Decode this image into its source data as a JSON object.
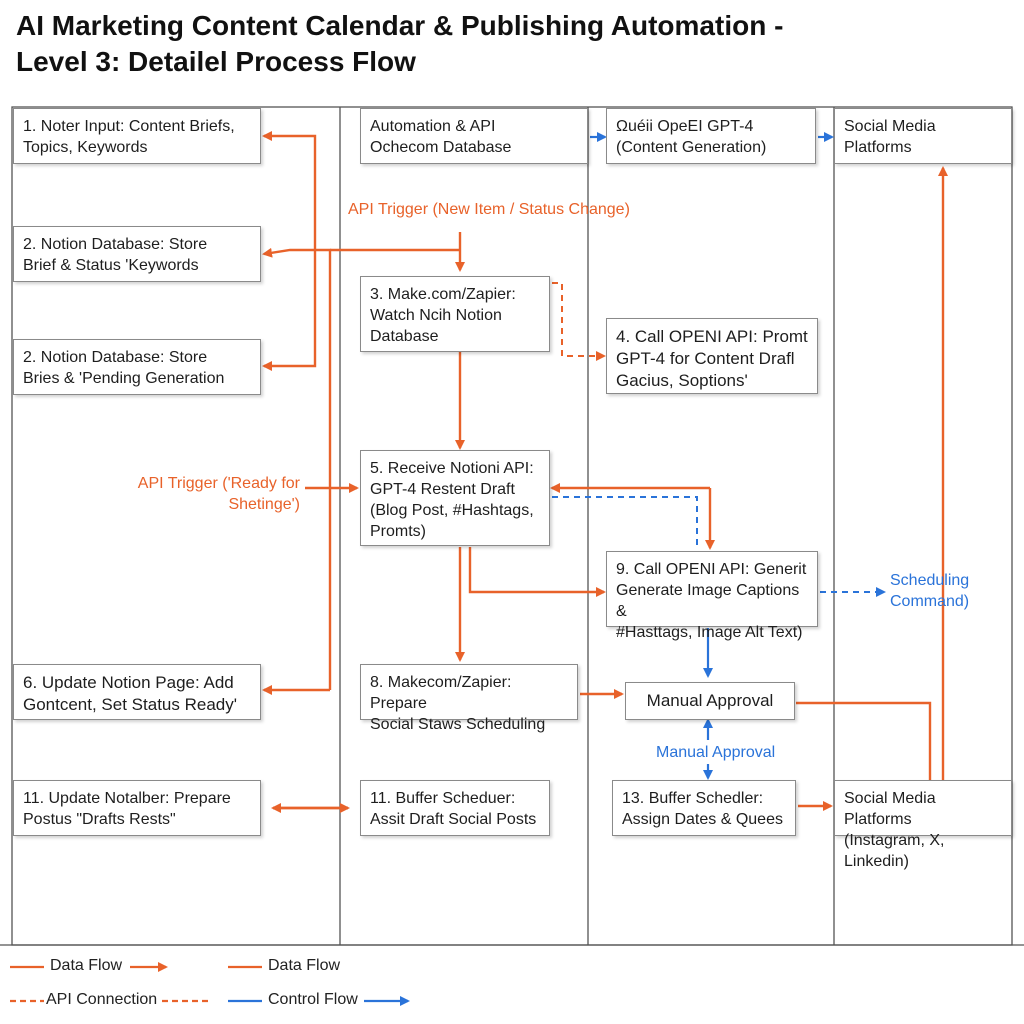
{
  "title": {
    "line1": "AI Marketing Content Calendar & Publishing Automation -",
    "line2": "Level 3: Detailel Process Flow"
  },
  "boxes": {
    "b1": "1. Noter Input: Content Briefs,\nTopics, Keywords",
    "b2a": "2. Notion Database: Store\nBrief & Status 'Keywords",
    "b2b": "2. Notion Database: Store\nBries & 'Pending Generation",
    "b6": "6. Update Notion Page: Add\nGontcent, Set Status Ready'",
    "b11a": "11. Update Notalber: Prepare\nPostus \"Drafts Rests\"",
    "auto": "Automation & API\nOchecom Database",
    "b3": "3. Make.com/Zapier:\nWatch Ncih Notion\nDatabase",
    "b5": "5. Receive Notioni API:\nGPT-4 Restent Draft\n(Blog Post, #Hashtags,\nPromts)",
    "b8": "8. Makecom/Zapier: Prepare\nSocial Staws Scheduling",
    "b11b": "11. Buffer Scheduer:\nAssit Draft Social Posts",
    "openai": "Ωuéii OpeEI GPT-4\n(Content Generation)",
    "b4": "4. Call OPENI API: Promt\nGPT-4 for Content Drafl\nGacius, Soptions'",
    "b9": "9. Call OPENI API: Generit\nGenerate Image Captions &\n#Hasttags, Image Alt Text)",
    "manual": "Manual Approval",
    "b13": "13. Buffer Schedler:\nAssign Dates & Quees",
    "social": "Social Media\nPlatforms",
    "social2": "Social Media Platforms\n(Instagram, X, Linkedin)"
  },
  "labels": {
    "api_trigger_new": "API Trigger (New Item / Status Change)",
    "api_trigger_ready": "API Trigger ('Ready for\nShetinge')",
    "scheduling_command": "Scheduling\nCommand)",
    "manual_approval_ctrl": "Manual Approval"
  },
  "legend": {
    "data_flow_1": "Data Flow",
    "data_flow_2": "Data Flow",
    "api_connection": "API Connection",
    "control_flow": "Control Flow"
  },
  "colors": {
    "orange": "#e8622a",
    "blue": "#2a73d9",
    "lane_line": "#555555",
    "box_border": "#8a8a8a"
  }
}
